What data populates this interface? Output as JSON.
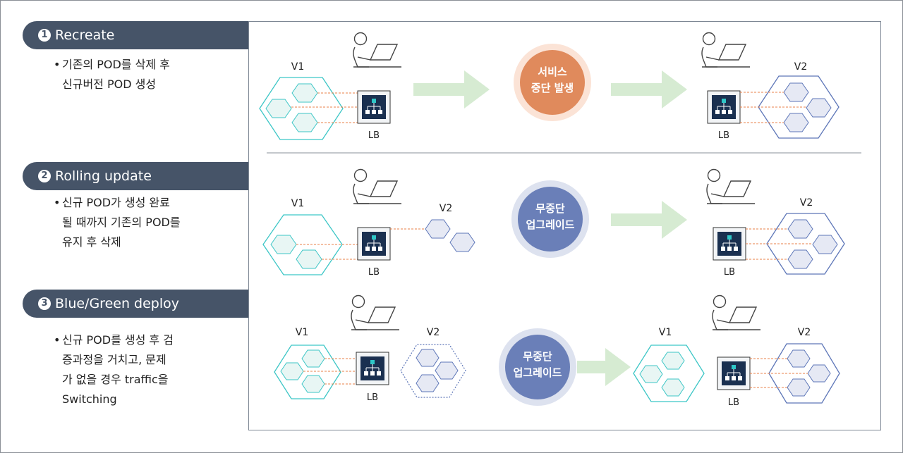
{
  "strategies": [
    {
      "number": "1",
      "title": "Recreate",
      "description": [
        "기존의 POD를 삭제 후",
        "신규버전 POD 생성"
      ],
      "status_lines": [
        "서비스",
        "중단 발생"
      ],
      "labels": {
        "left_version": "V1",
        "lb": "LB",
        "right_version": "V2",
        "right_lb": "LB"
      }
    },
    {
      "number": "2",
      "title": "Rolling update",
      "description": [
        "신규 POD가 생성 완료",
        "될 때까지 기존의 POD를",
        "유지 후 삭제"
      ],
      "status_lines": [
        "무중단",
        "업그레이드"
      ],
      "labels": {
        "left_version": "V1",
        "lb": "LB",
        "mid_version": "V2",
        "right_version": "V2",
        "right_lb": "LB"
      }
    },
    {
      "number": "3",
      "title": "Blue/Green deploy",
      "description": [
        "신규 POD를 생성 후 검",
        "증과정을 거치고, 문제",
        "가 없을 경우 traffic을",
        "Switching"
      ],
      "status_lines": [
        "무중단",
        "업그레이드"
      ],
      "labels": {
        "left_version": "V1",
        "lb": "LB",
        "mid_version": "V2",
        "right_v1": "V1",
        "right_version": "V2",
        "right_lb": "LB"
      }
    }
  ],
  "colors": {
    "tab_bg": "#465468",
    "v1_stroke": "#3cc6c6",
    "v1_fill": "#e8f6f4",
    "v2_stroke": "#5d76b8",
    "v2_fill": "#e6e9f4",
    "lb_fill": "#1a3050",
    "link_dash": "#e8824a",
    "arrow": "#d6ebd2",
    "status_red": "#e08a5c",
    "status_blue": "#6a7fb8",
    "divider": "#8a9099"
  },
  "icons": [
    "user-at-laptop-icon",
    "load-balancer-icon",
    "arrow-right-icon",
    "hexagon-pod-icon"
  ]
}
